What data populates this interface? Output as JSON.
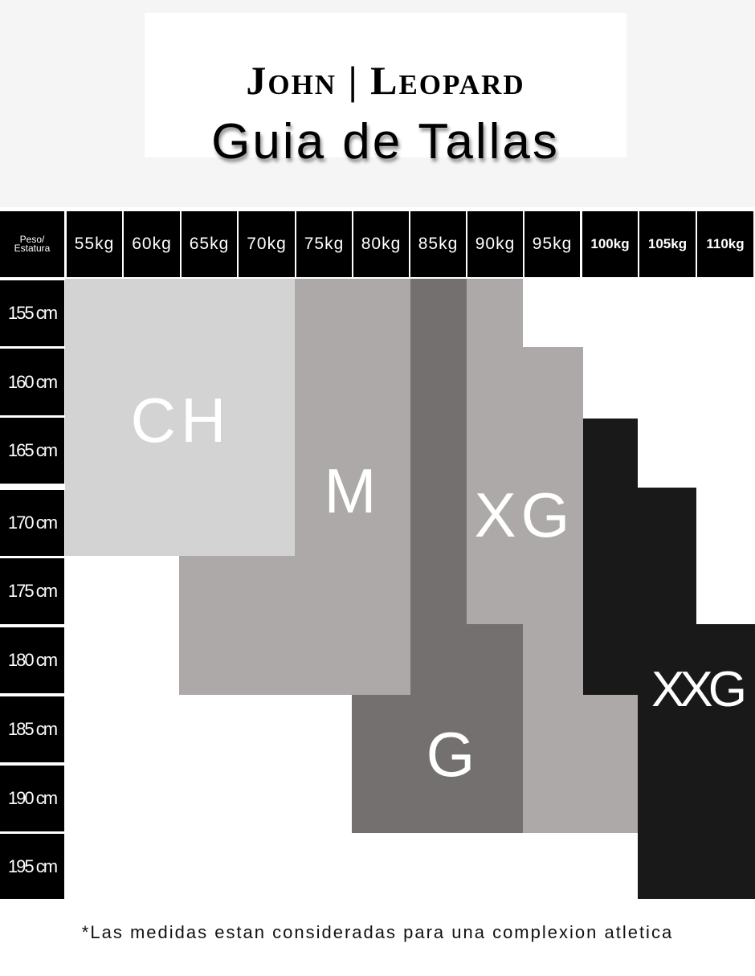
{
  "brand": "John | Leopard",
  "title": "Guia de Tallas",
  "corner": {
    "line1": "Peso/",
    "line2": "Estatura"
  },
  "weights": [
    "55kg",
    "60kg",
    "65kg",
    "70kg",
    "75kg",
    "80kg",
    "85kg",
    "90kg",
    "95kg",
    "100kg",
    "105kg",
    "110kg"
  ],
  "heights": [
    "155 cm",
    "160 cm",
    "165 cm",
    "170 cm",
    "175 cm",
    "180 cm",
    "185 cm",
    "190 cm",
    "195 cm"
  ],
  "sizes": {
    "ch": "CH",
    "m": "M",
    "g": "G",
    "xg": "XG",
    "xxg": "XXG"
  },
  "colors": {
    "ch": "#d4d3d3",
    "m": "#ada9a9",
    "g": "#757070",
    "xg": "#ada9a9",
    "xxg": "#1a1919"
  },
  "footnote": "*Las medidas estan consideradas para una complexion atletica"
}
